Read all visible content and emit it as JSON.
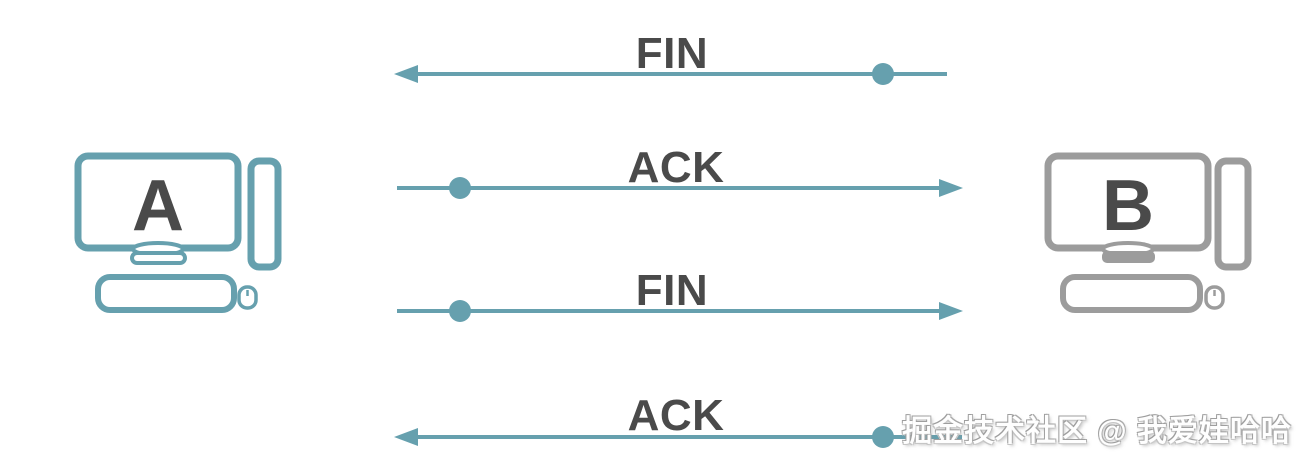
{
  "nodes": [
    {
      "id": "A",
      "label": "A"
    },
    {
      "id": "B",
      "label": "B"
    }
  ],
  "messages": [
    {
      "label": "FIN",
      "from": "B",
      "to": "A",
      "direction": "left"
    },
    {
      "label": "ACK",
      "from": "A",
      "to": "B",
      "direction": "right"
    },
    {
      "label": "FIN",
      "from": "A",
      "to": "B",
      "direction": "right"
    },
    {
      "label": "ACK",
      "from": "B",
      "to": "A",
      "direction": "left"
    }
  ],
  "watermark": "掘金技术社区 @ 我爱娃哈哈",
  "colors": {
    "teal": "#66a0ae",
    "gray": "#9c9c9c",
    "label_text": "#4a4a4a",
    "background": "#ffffff"
  }
}
